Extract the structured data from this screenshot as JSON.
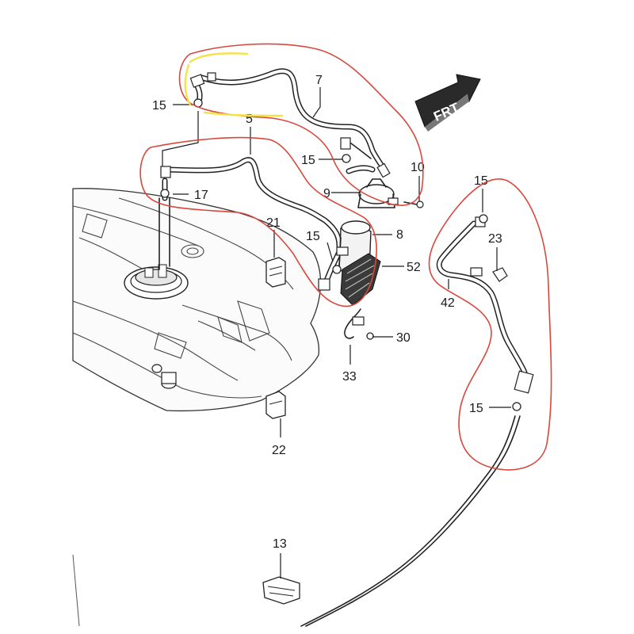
{
  "diagram": {
    "direction_badge": "FRT",
    "callouts": {
      "c7": "7",
      "c5": "5",
      "c15_top_left": "15",
      "c15_mid_upper": "15",
      "c10": "10",
      "c9": "9",
      "c17": "17",
      "c21": "21",
      "c15_mid": "15",
      "c8": "8",
      "c52": "52",
      "c15_right_top": "15",
      "c23": "23",
      "c42": "42",
      "c30": "30",
      "c33": "33",
      "c15_right_bottom": "15",
      "c22": "22",
      "c13": "13"
    },
    "annotation_colors": {
      "freehand_outline": "#d8473c",
      "highlight": "#f3e24a"
    }
  }
}
